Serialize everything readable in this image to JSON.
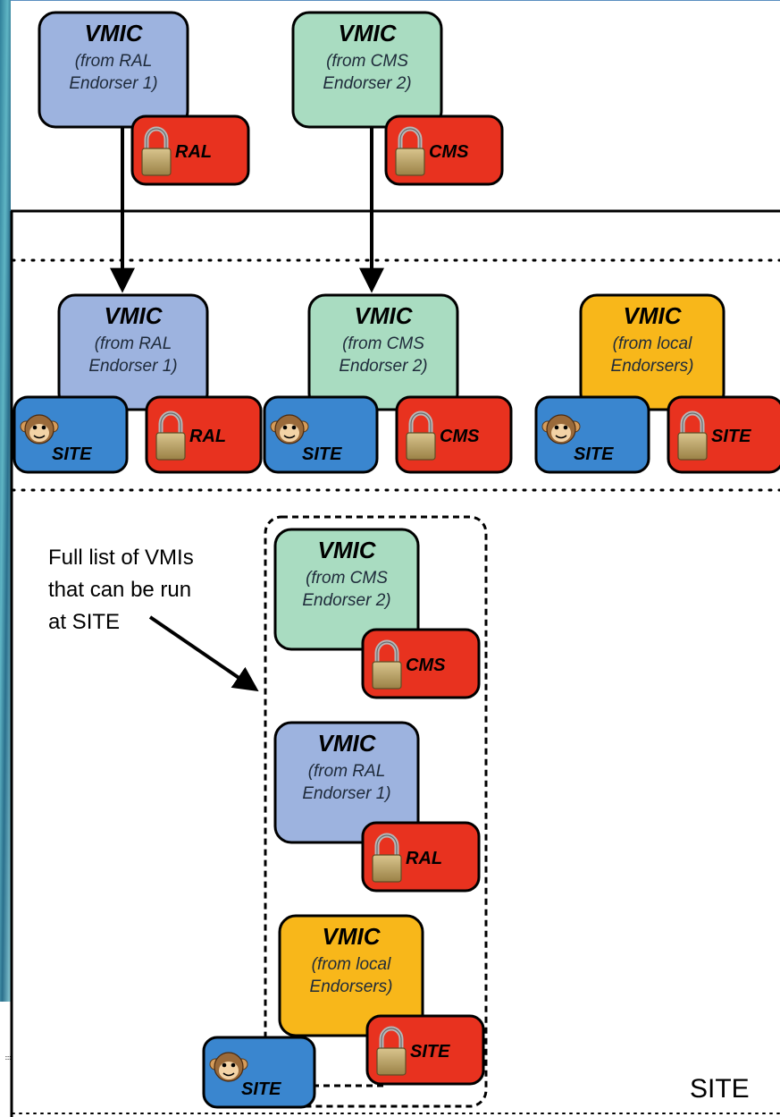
{
  "colors": {
    "ral_box": "#9db3df",
    "cms_box": "#a9dcc1",
    "local_box": "#f8b71a",
    "lock_badge": "#e8321f",
    "site_badge": "#3a86cf",
    "background_left_strip": "#3c8fa6"
  },
  "diagram": {
    "top_vmics": [
      {
        "title": "VMIC",
        "line1": "(from RAL",
        "line2": "Endorser 1)",
        "lock_label": "RAL",
        "color": "ral"
      },
      {
        "title": "VMIC",
        "line1": "(from CMS",
        "line2": "Endorser 2)",
        "lock_label": "CMS",
        "color": "cms"
      }
    ],
    "middle_vmics": [
      {
        "title": "VMIC",
        "line1": "(from RAL",
        "line2": "Endorser 1)",
        "site_label": "SITE",
        "lock_label": "RAL",
        "color": "ral"
      },
      {
        "title": "VMIC",
        "line1": "(from CMS",
        "line2": "Endorser 2)",
        "site_label": "SITE",
        "lock_label": "CMS",
        "color": "cms"
      },
      {
        "title": "VMIC",
        "line1": "(from local",
        "line2": "Endorsers)",
        "site_label": "SITE",
        "lock_label": "SITE",
        "color": "local"
      }
    ],
    "annotation": {
      "line1": "Full list of VMIs",
      "line2": "that can be run",
      "line3": "at SITE"
    },
    "list_vmics": [
      {
        "title": "VMIC",
        "line1": "(from CMS",
        "line2": "Endorser 2)",
        "lock_label": "CMS",
        "color": "cms"
      },
      {
        "title": "VMIC",
        "line1": "(from RAL",
        "line2": "Endorser 1)",
        "lock_label": "RAL",
        "color": "ral"
      },
      {
        "title": "VMIC",
        "line1": "(from local",
        "line2": "Endorsers)",
        "lock_label": "SITE",
        "color": "local"
      }
    ],
    "list_site_badge": "SITE",
    "site_label": "SITE"
  }
}
